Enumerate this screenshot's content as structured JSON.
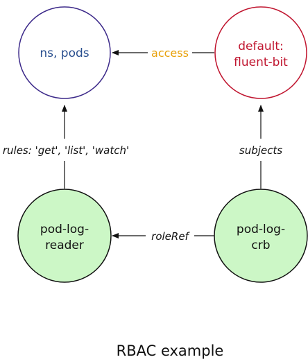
{
  "nodes": {
    "resources": {
      "label": "ns, pods",
      "text_color": "#2a4f8f",
      "stroke": "#3d2a8a",
      "fill": "#ffffff"
    },
    "subject": {
      "line1": "default:",
      "line2": "fluent-bit",
      "text_color": "#c0152f",
      "stroke": "#c0152f",
      "fill": "#ffffff"
    },
    "role": {
      "line1": "pod-log-",
      "line2": "reader",
      "text_color": "#111111",
      "stroke": "#111111",
      "fill": "#ccf7c6"
    },
    "binding": {
      "line1": "pod-log-",
      "line2": "crb",
      "text_color": "#111111",
      "stroke": "#111111",
      "fill": "#ccf7c6"
    }
  },
  "edges": {
    "access": {
      "label": "access",
      "color": "#e8a10a"
    },
    "rules": {
      "label": "rules: 'get', 'list', 'watch'"
    },
    "subjects": {
      "label": "subjects"
    },
    "roleRef": {
      "label": "roleRef"
    }
  },
  "caption": "RBAC example"
}
